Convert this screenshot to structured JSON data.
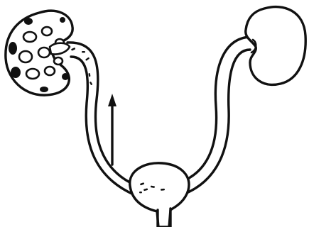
{
  "diagram": {
    "type": "line-drawing",
    "subject": "urinary-tract",
    "parts": [
      "left-kidney-diseased",
      "right-kidney-normal",
      "left-ureter",
      "right-ureter",
      "bladder",
      "urethra",
      "reflux-arrow"
    ],
    "colors": {
      "ink": "#111111",
      "background": "#ffffff"
    }
  }
}
